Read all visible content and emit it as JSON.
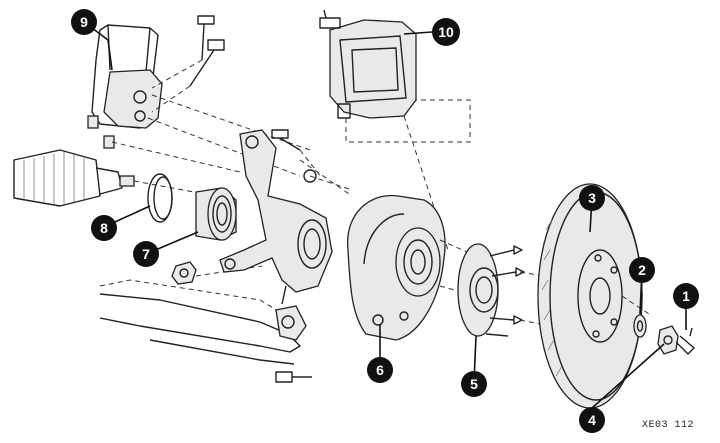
{
  "diagram": {
    "reference_code": "XE03 112",
    "callouts": [
      {
        "number": "1"
      },
      {
        "number": "2"
      },
      {
        "number": "3"
      },
      {
        "number": "4"
      },
      {
        "number": "5"
      },
      {
        "number": "6"
      },
      {
        "number": "7"
      },
      {
        "number": "8"
      },
      {
        "number": "9"
      },
      {
        "number": "10"
      }
    ]
  }
}
